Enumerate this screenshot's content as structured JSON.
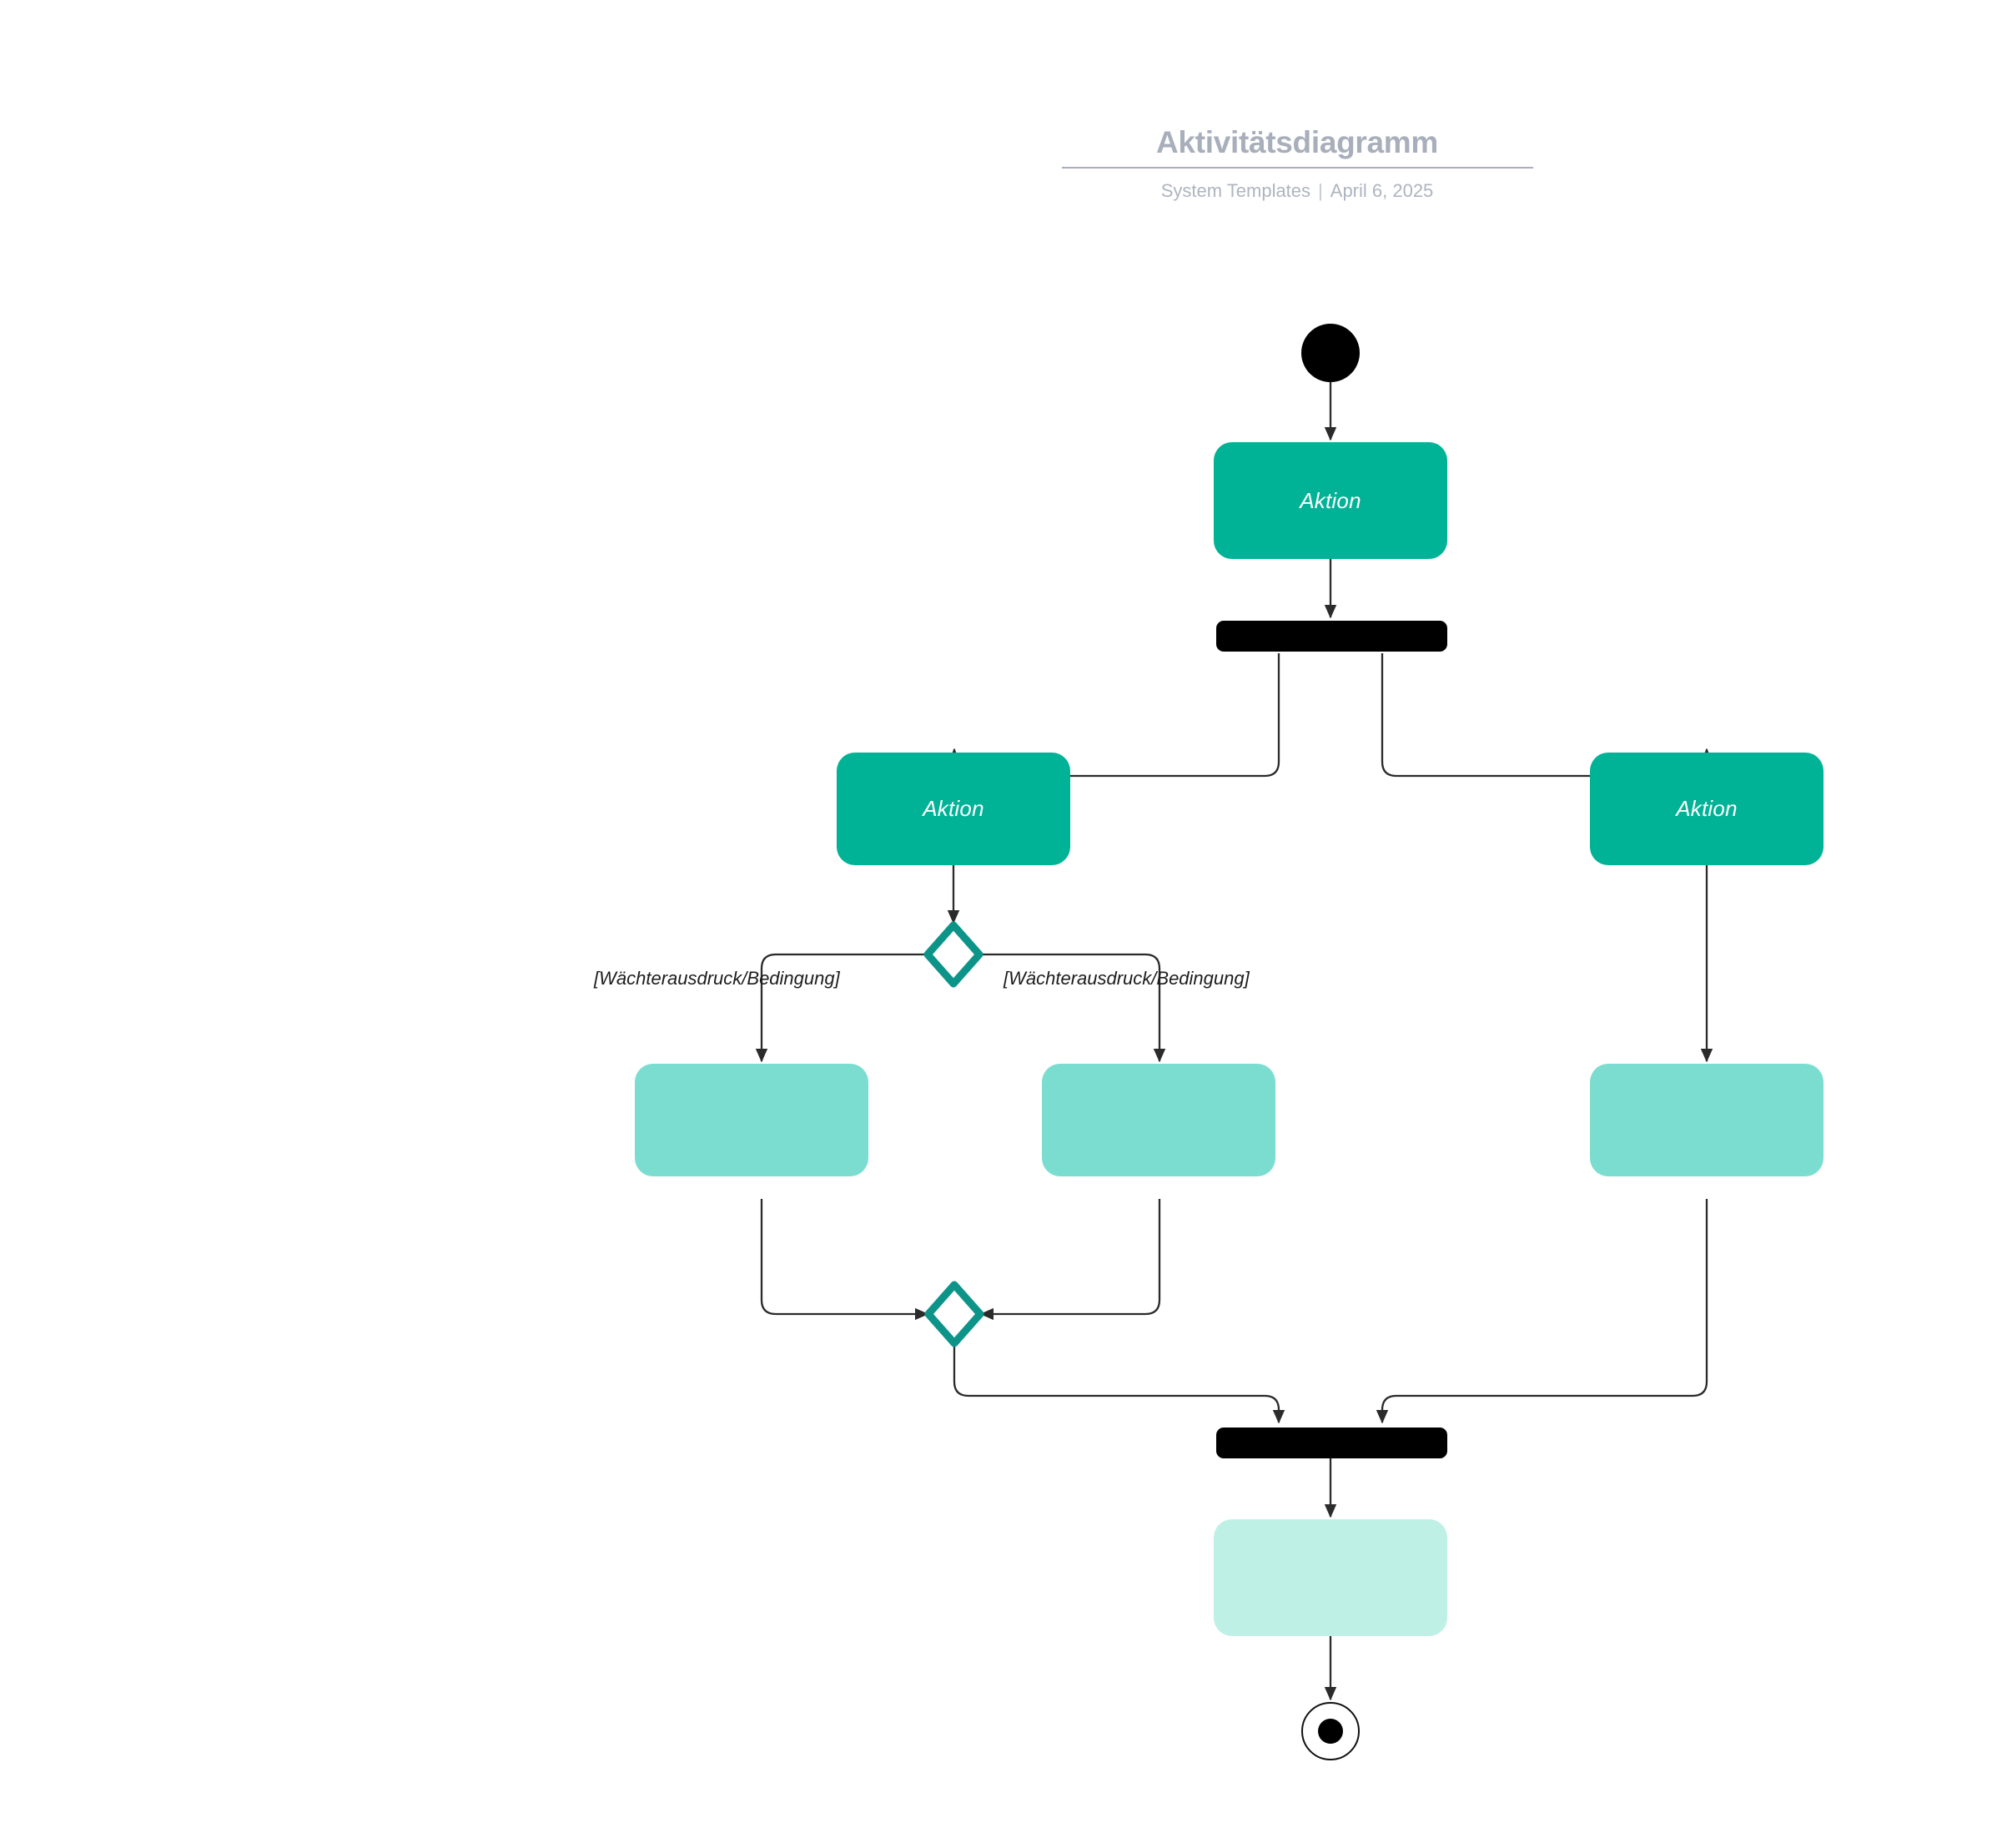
{
  "header": {
    "title": "Aktivitätsdiagramm",
    "subtitle_left": "System Templates",
    "subtitle_separator": "|",
    "subtitle_right": "April 6, 2025",
    "title_color": "#a8afbb",
    "subtitle_color": "#aeb4bf"
  },
  "palette": {
    "action_teal": "#00b396",
    "action_teal_light": "#7bddd0",
    "action_teal_pale": "#bff0e6",
    "decision_stroke": "#0d9488",
    "node_black": "#000000",
    "edge_stroke": "#2b2b2b",
    "background": "#ffffff"
  },
  "diagram": {
    "type": "uml-activity-diagram",
    "nodes": [
      {
        "id": "start",
        "kind": "initial-node",
        "label": ""
      },
      {
        "id": "action1",
        "kind": "action",
        "label": "Aktion"
      },
      {
        "id": "fork",
        "kind": "fork-bar",
        "label": ""
      },
      {
        "id": "action2",
        "kind": "action",
        "label": "Aktion"
      },
      {
        "id": "action3",
        "kind": "action",
        "label": "Aktion"
      },
      {
        "id": "decision",
        "kind": "decision-node",
        "label": ""
      },
      {
        "id": "action4",
        "kind": "action-empty",
        "label": ""
      },
      {
        "id": "action5",
        "kind": "action-empty",
        "label": ""
      },
      {
        "id": "action6",
        "kind": "action-empty",
        "label": ""
      },
      {
        "id": "merge",
        "kind": "merge-node",
        "label": ""
      },
      {
        "id": "join",
        "kind": "join-bar",
        "label": ""
      },
      {
        "id": "action7",
        "kind": "action-pale",
        "label": ""
      },
      {
        "id": "end",
        "kind": "final-node",
        "label": ""
      }
    ],
    "guards": [
      {
        "id": "guard-left",
        "text": "[Wächterausdruck/Bedingung]"
      },
      {
        "id": "guard-right",
        "text": "[Wächterausdruck/Bedingung]"
      }
    ],
    "edges": [
      {
        "from": "start",
        "to": "action1"
      },
      {
        "from": "action1",
        "to": "fork"
      },
      {
        "from": "fork",
        "to": "action2"
      },
      {
        "from": "fork",
        "to": "action3"
      },
      {
        "from": "action2",
        "to": "decision"
      },
      {
        "from": "decision",
        "to": "action4",
        "guard": "guard-left"
      },
      {
        "from": "decision",
        "to": "action5",
        "guard": "guard-right"
      },
      {
        "from": "action3",
        "to": "action6"
      },
      {
        "from": "action4",
        "to": "merge"
      },
      {
        "from": "action5",
        "to": "merge"
      },
      {
        "from": "merge",
        "to": "join"
      },
      {
        "from": "action6",
        "to": "join"
      },
      {
        "from": "join",
        "to": "action7"
      },
      {
        "from": "action7",
        "to": "end"
      }
    ]
  }
}
